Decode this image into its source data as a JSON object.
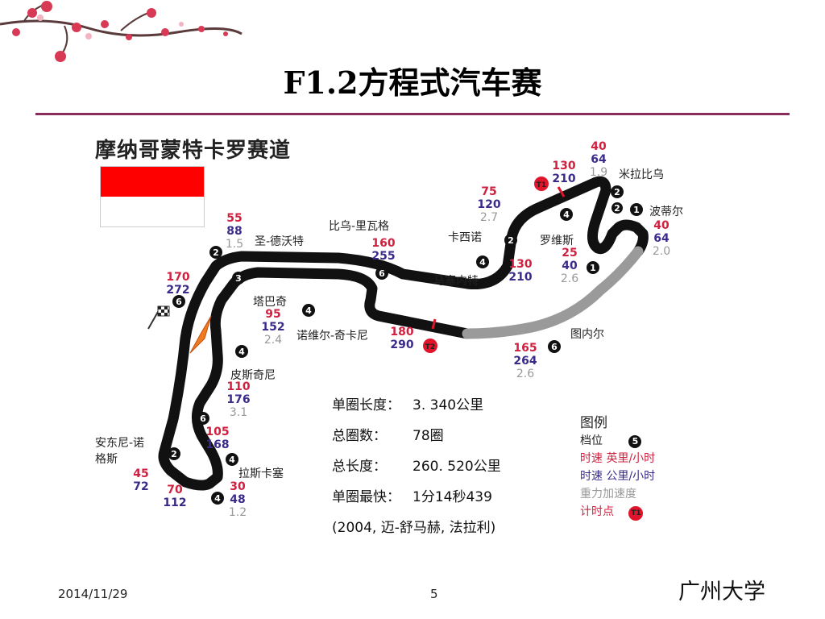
{
  "slide": {
    "title": "F1.2方程式汽车赛",
    "date": "2014/11/29",
    "page_number": "5",
    "school": "广州大学"
  },
  "map": {
    "circuit_name": "摩纳哥蒙特卡罗赛道",
    "place_labels": {
      "sainte_devote": "圣-德沃特",
      "beau_rivage": "比乌-里瓦格",
      "casino": "卡西诺",
      "mirabeau": "米拉比乌",
      "portier": "波蒂尔",
      "loews": "罗维斯",
      "massenet": "马塞内特",
      "tabac": "塔巴奇",
      "nouvelle_chicane": "诺维尔-奇卡尼",
      "tunnel": "图内尔",
      "piscine": "皮斯奇尼",
      "rascasse": "拉斯卡塞",
      "anthony_noghes": "安东尼-诺格斯"
    },
    "gears": {
      "mirabeau_1": "2",
      "mirabeau_2": "2",
      "portier": "1",
      "loews": "1",
      "casino": "2",
      "mirabeau_approach": "4",
      "massenet": "4",
      "beau_rivage": "6",
      "sainte_devote": "2",
      "pit_exit": "3",
      "start": "6",
      "tabac": "4",
      "tunnel": "6",
      "piscine": "4",
      "piscine_exit": "6",
      "rascasse": "4",
      "rascasse_2": "4",
      "anthony_noghes": "2"
    },
    "timing_points": {
      "t1": "T1",
      "t2": "T2"
    },
    "speeds": {
      "mirabeau": {
        "mph": "40",
        "kmh": "64",
        "g": "1.9"
      },
      "mirabeau_top": {
        "mph": "130",
        "kmh": "210"
      },
      "casino": {
        "mph": "75",
        "kmh": "120",
        "g": "2.7"
      },
      "portier": {
        "mph": "40",
        "kmh": "64",
        "g": "2.0"
      },
      "loews": {
        "mph": "25",
        "kmh": "40",
        "g": "2.6"
      },
      "massenet": {
        "mph": "130",
        "kmh": "210"
      },
      "beau_rivage": {
        "mph": "160",
        "kmh": "255"
      },
      "sainte_devote": {
        "mph": "55",
        "kmh": "88",
        "g": "1.5"
      },
      "start": {
        "mph": "170",
        "kmh": "272"
      },
      "tabac": {
        "mph": "95",
        "kmh": "152",
        "g": "2.4"
      },
      "chicane": {
        "mph": "180",
        "kmh": "290"
      },
      "tunnel": {
        "mph": "165",
        "kmh": "264",
        "g": "2.6"
      },
      "piscine": {
        "mph": "110",
        "kmh": "176",
        "g": "3.1"
      },
      "piscine_exit": {
        "mph": "105",
        "kmh": "168"
      },
      "anthony_noghes": {
        "mph": "45",
        "kmh": "72"
      },
      "rascasse": {
        "mph": "70",
        "kmh": "112"
      },
      "rascasse_2": {
        "mph": "30",
        "kmh": "48",
        "g": "1.2"
      }
    }
  },
  "stats": {
    "lap_length_label": "单圈长度：",
    "lap_length_value": "3. 340公里",
    "laps_label": "总圈数：",
    "laps_value": "78圈",
    "total_label": "总长度：",
    "total_value": "260. 520公里",
    "fastest_label": "单圈最快：",
    "fastest_value": "1分14秒439",
    "record_note": "(2004, 迈-舒马赫, 法拉利)"
  },
  "legend": {
    "title": "图例",
    "gear": "档位",
    "gear_sample": "5",
    "mph": "时速  英里/小时",
    "kmh": "时速  公里/小时",
    "g": "重力加速度",
    "timing": "计时点",
    "timing_sample": "T1"
  },
  "colors": {
    "track": "#111111",
    "tunnel": "#9a9a9a",
    "mph": "#d02040",
    "kmh": "#3a2a8a",
    "g": "#999999",
    "accent_rule": "#8a2c5c",
    "flag_red": "#ff0000",
    "timing_red": "#e0142a"
  }
}
